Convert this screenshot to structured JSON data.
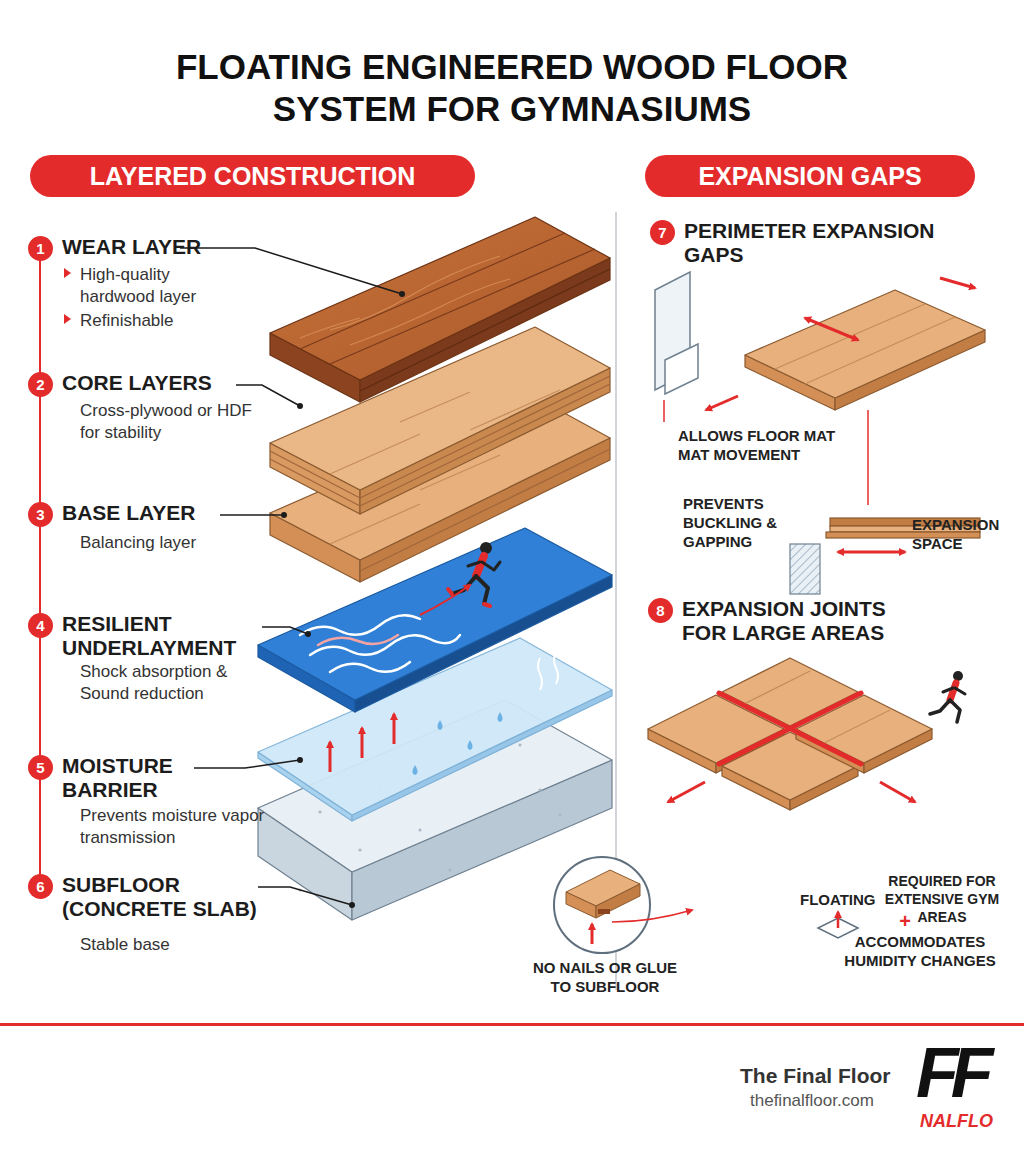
{
  "diagram": {
    "title": "FLOATING ENGINEERED WOOD FLOOR SYSTEM FOR GYMNASIUMS",
    "nodes": [
      {
        "text": [
          "LAYERED CONSTRUCTION"
        ]
      },
      {
        "text": [
          "EXPANSION GAPS"
        ]
      },
      {
        "text": [
          "1",
          "WEAR LAYER",
          "High-quality hardwood layer",
          "Refinishable"
        ]
      },
      {
        "text": [
          "2",
          "CORE LAYERS",
          "Cross-plywood or HDF for stability"
        ]
      },
      {
        "text": [
          "3",
          "BASE LAYER",
          "Balancing layer"
        ]
      },
      {
        "text": [
          "4",
          "RESILIENT UNDERLAYMENT",
          "Shock absorption & Sound reduction"
        ]
      },
      {
        "text": [
          "5",
          "MOISTURE BARRIER",
          "Prevents moisture vapor transmission"
        ]
      },
      {
        "text": [
          "6",
          "SUBFLOOR (CONCRETE SLAB)",
          "Stable base"
        ]
      },
      {
        "text": [
          "7",
          "PERIMETER EXPANSION GAPS"
        ]
      },
      {
        "text": [
          "8",
          "EXPANSION JOINTS FOR LARGE AREAS"
        ]
      }
    ],
    "labels": [
      "ALLOWS FLOOR MAT MAT MOVEMENT",
      "PREVENTS BUCKLING & GAPPING",
      "EXPANSION SPACE",
      "FLOATING",
      "NO NAILS OR GLUE TO SUBFLOOR",
      "REQUIRED FOR EXTENSIVE GYM AREAS",
      "+",
      "ACCOMMODATES HUMIDITY CHANGES",
      "The Final Floor",
      "thefinalfloor.com",
      "FF",
      "NALFLO"
    ]
  }
}
